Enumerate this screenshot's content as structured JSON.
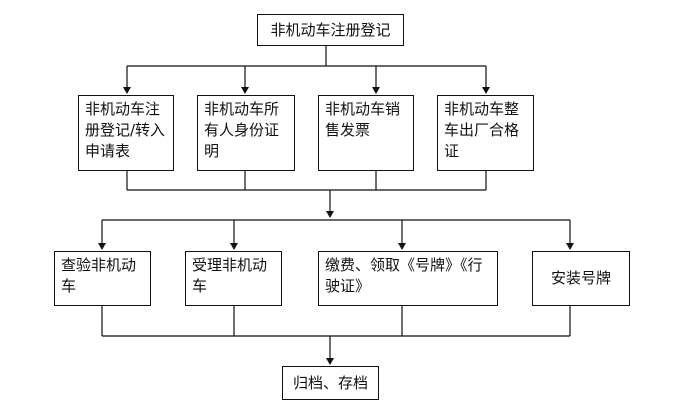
{
  "diagram": {
    "title_box": "非机动车注册登记",
    "documents": [
      "非机动车注册登记/转入申请表",
      "非机动车所有人身份证明",
      "非机动车销售发票",
      "非机动车整车出厂合格证"
    ],
    "steps": [
      "查验非机动车",
      "受理非机动车",
      "缴费、领取《号牌》《行驶证》",
      "安装号牌"
    ],
    "final_box": "归档、存档"
  }
}
